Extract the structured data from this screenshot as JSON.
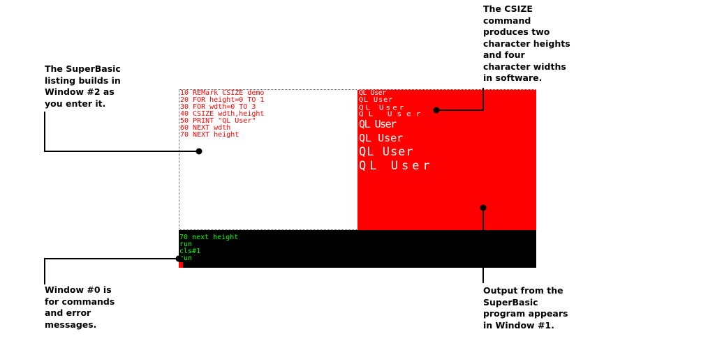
{
  "callouts": {
    "top_left": "The SuperBasic\nlisting builds in\nWindow #2 as\nyou enter it.",
    "top_right": "The CSIZE\ncommand\nproduces two\ncharacter heights\nand four\ncharacter widths\nin software.",
    "bottom_left": "Window #0 is\nfor commands\nand error\nmessages.",
    "bottom_right": "Output from the\nSuperBasic\nprogram appears\nin Window #1."
  },
  "window2": {
    "lines": [
      "10 REMark CSIZE demo",
      "20 FOR height=0 TO 1",
      "30 FOR wdth=0 TO 3",
      "40 CSIZE wdth,height",
      "50 PRINT \"QL User\"",
      "60 NEXT wdth",
      "70 NEXT height"
    ]
  },
  "window1": {
    "outputs": [
      "QL User",
      "QL User",
      "QL User",
      "QL User",
      "QL User",
      "QL User",
      "QL User",
      "QL User"
    ]
  },
  "window0": {
    "lines": [
      "70 next height",
      "run",
      "cls#1",
      "run"
    ]
  },
  "colors": {
    "window1_bg": "#ff0000",
    "listing_text": "#ff0000",
    "command_text": "#00ff00",
    "window0_bg": "#000000"
  }
}
